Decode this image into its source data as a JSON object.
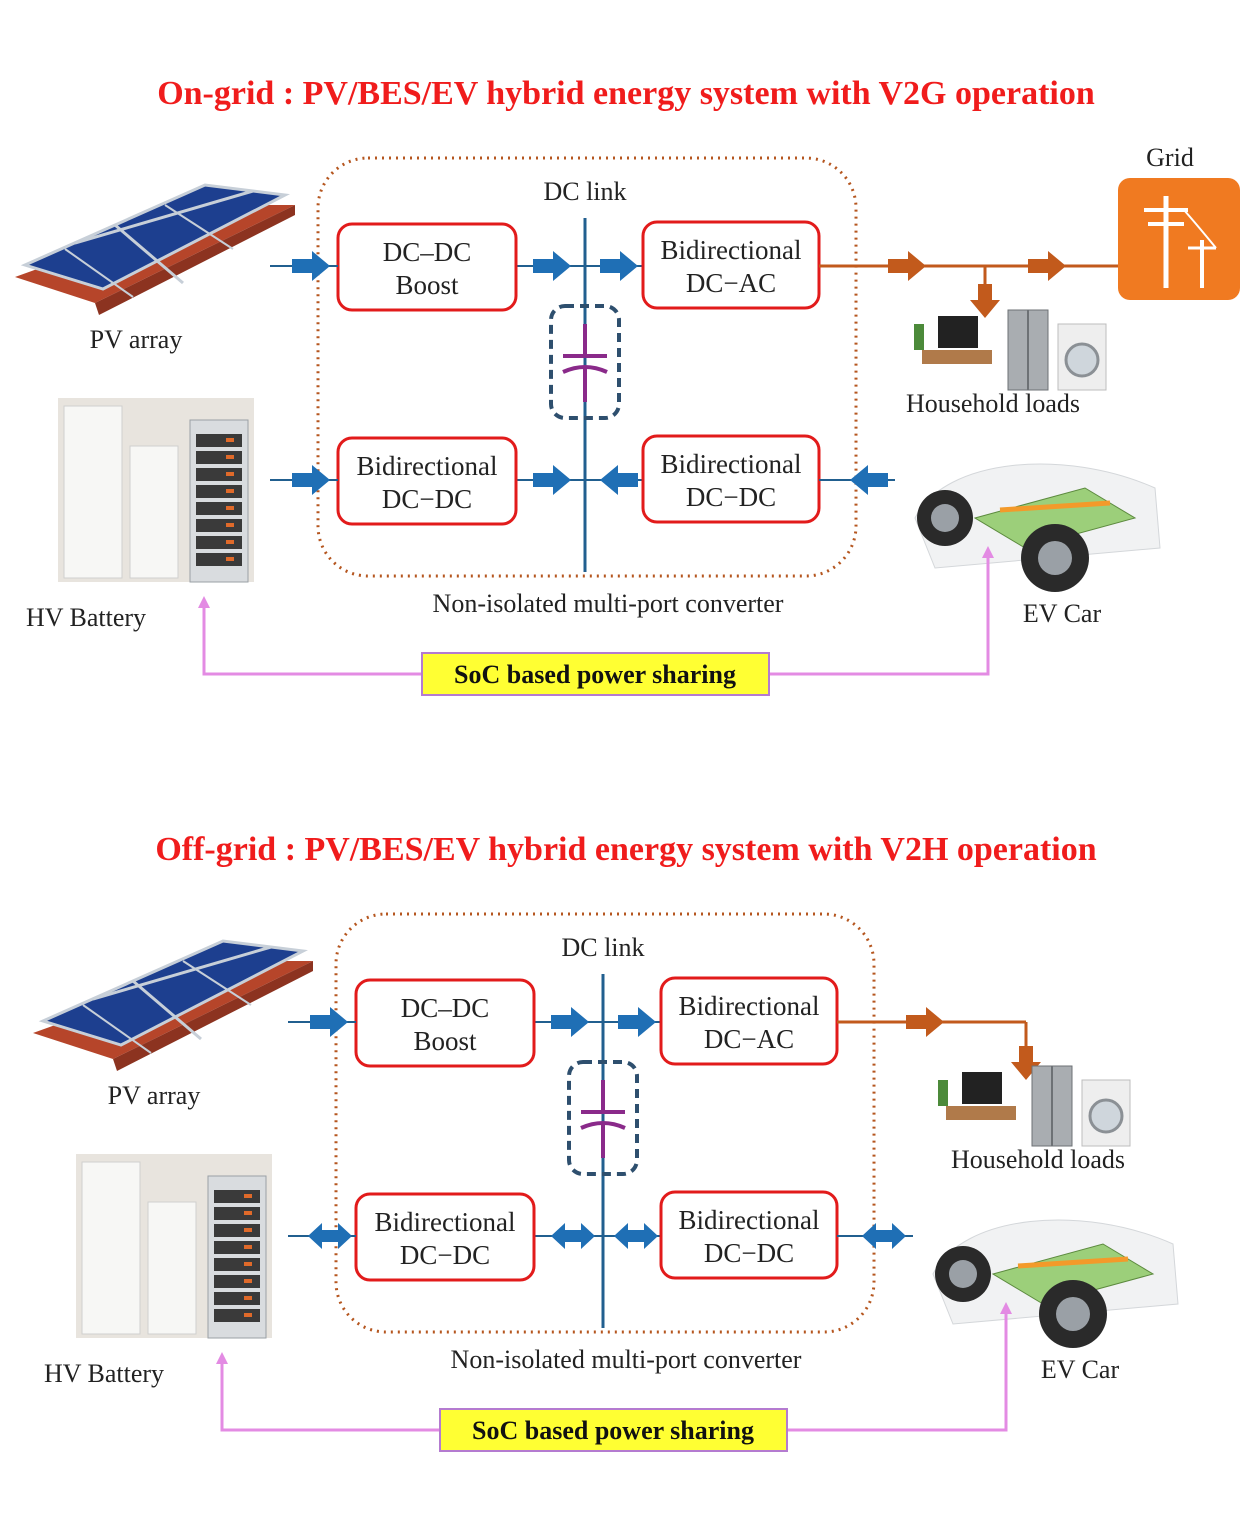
{
  "colors": {
    "title": "#f01c1c",
    "converter_box_border": "#e21b1b",
    "dotted_boundary": "#b5561f",
    "dc_arrow": "#1f6fb5",
    "ac_arrow": "#c25a1c",
    "dc_link": "#215f8f",
    "capacitor": "#8a2a8a",
    "soc_line": "#e38be3",
    "soc_fill": "#ffff33",
    "grid_icon": "#f07a21"
  },
  "panels": [
    {
      "title": "On-grid : PV/BES/EV hybrid energy system with V2G operation",
      "dc_link": "DC link",
      "boxes": {
        "boost": [
          "DC–DC",
          "Boost"
        ],
        "dcac": [
          "Bidirectional",
          "DC−AC"
        ],
        "batt_dcdc": [
          "Bidirectional",
          "DC−DC"
        ],
        "ev_dcdc": [
          "Bidirectional",
          "DC−DC"
        ]
      },
      "labels": {
        "pv": "PV array",
        "battery": "HV Battery",
        "ev": "EV Car",
        "household": "Household loads",
        "grid": "Grid",
        "converter": "Non-isolated multi-port converter",
        "soc": "SoC based power sharing"
      },
      "icons": [
        "solar-panel-icon",
        "hv-battery-icon",
        "ev-chassis-icon",
        "household-appliances-icon",
        "utility-pole-icon",
        "capacitor-icon"
      ]
    },
    {
      "title": "Off-grid : PV/BES/EV hybrid energy system with V2H operation",
      "dc_link": "DC link",
      "boxes": {
        "boost": [
          "DC–DC",
          "Boost"
        ],
        "dcac": [
          "Bidirectional",
          "DC−AC"
        ],
        "batt_dcdc": [
          "Bidirectional",
          "DC−DC"
        ],
        "ev_dcdc": [
          "Bidirectional",
          "DC−DC"
        ]
      },
      "labels": {
        "pv": "PV array",
        "battery": "HV Battery",
        "ev": "EV Car",
        "household": "Household loads",
        "converter": "Non-isolated multi-port converter",
        "soc": "SoC based power sharing"
      },
      "icons": [
        "solar-panel-icon",
        "hv-battery-icon",
        "ev-chassis-icon",
        "household-appliances-icon",
        "capacitor-icon"
      ]
    }
  ]
}
